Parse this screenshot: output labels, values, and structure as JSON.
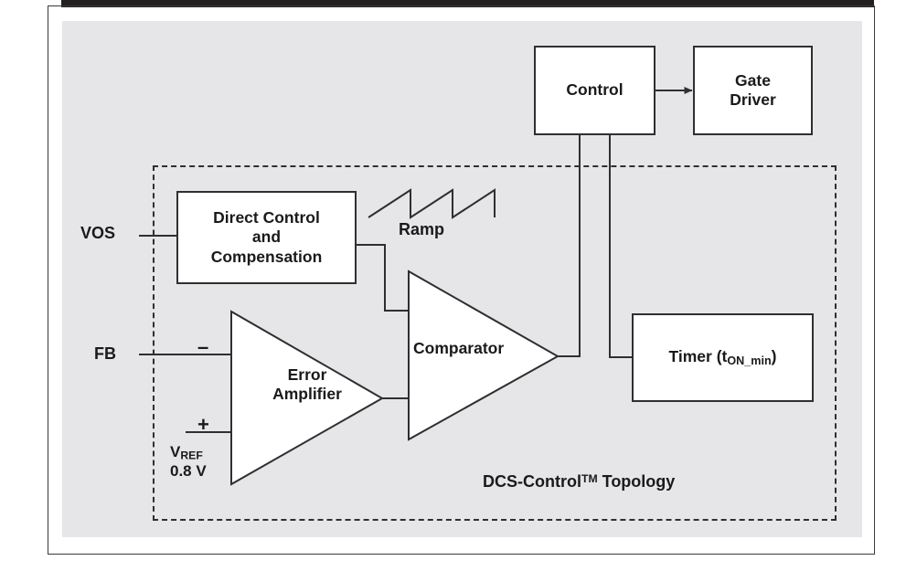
{
  "figure": {
    "kind": "block-diagram",
    "subsystem_label_prefix": "DCS-Control",
    "subsystem_label_sup": "TM",
    "subsystem_label_suffix": " Topology"
  },
  "blocks": {
    "direct_control": {
      "line1": "Direct Control",
      "line2": "and",
      "line3": "Compensation"
    },
    "control": {
      "label": "Control"
    },
    "gate_driver": {
      "line1": "Gate",
      "line2": "Driver"
    },
    "timer": {
      "prefix": "Timer (t",
      "sub": "ON_min",
      "suffix": ")"
    },
    "error_amplifier": {
      "line1": "Error",
      "line2": "Amplifier"
    },
    "comparator": {
      "label": "Comparator"
    }
  },
  "labels": {
    "vos": "VOS",
    "fb": "FB",
    "ramp": "Ramp",
    "vref_name": "V",
    "vref_sub": "REF",
    "vref_value": "0.8 V",
    "plus": "+",
    "minus": "–"
  },
  "colors": {
    "panel_background": "#e6e6e8",
    "page_background": "#ffffff",
    "block_fill": "#ffffff",
    "line": "#2f2f31",
    "frame": "#3a3a3c",
    "text": "#1a1a1c",
    "top_bar": "#231f20"
  }
}
